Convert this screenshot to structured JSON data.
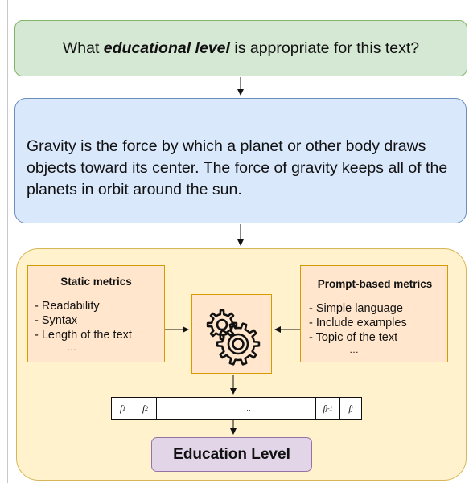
{
  "question": {
    "prefix": "What ",
    "emphasis": "educational level",
    "suffix": " is appropriate for this text?"
  },
  "input_text": "Gravity is the force by which a planet or other body draws objects toward its center. The force of gravity keeps all of the planets in orbit around the sun.",
  "static_metrics": {
    "title": "Static metrics",
    "items": [
      "- Readability",
      "- Syntax",
      "- Length of the text"
    ],
    "more": "…"
  },
  "prompt_metrics": {
    "title": "Prompt-based metrics",
    "items": [
      "- Simple language",
      "- Include examples",
      "- Topic of the text"
    ],
    "more": "…"
  },
  "features": {
    "first": "f",
    "first_sub": "1",
    "second": "f",
    "second_sub": "2",
    "gap": "…",
    "penultimate": "f",
    "penultimate_sub": "j-1",
    "last": "f",
    "last_sub": "j"
  },
  "output": {
    "label": "Education Level"
  },
  "icons": {
    "aggregator": "gears-icon"
  },
  "colors": {
    "question_fill": "#d5e8d4",
    "text_fill": "#dae8fc",
    "pipeline_fill": "#fff2cc",
    "metric_fill": "#ffe6cc",
    "output_fill": "#e1d5e7"
  }
}
